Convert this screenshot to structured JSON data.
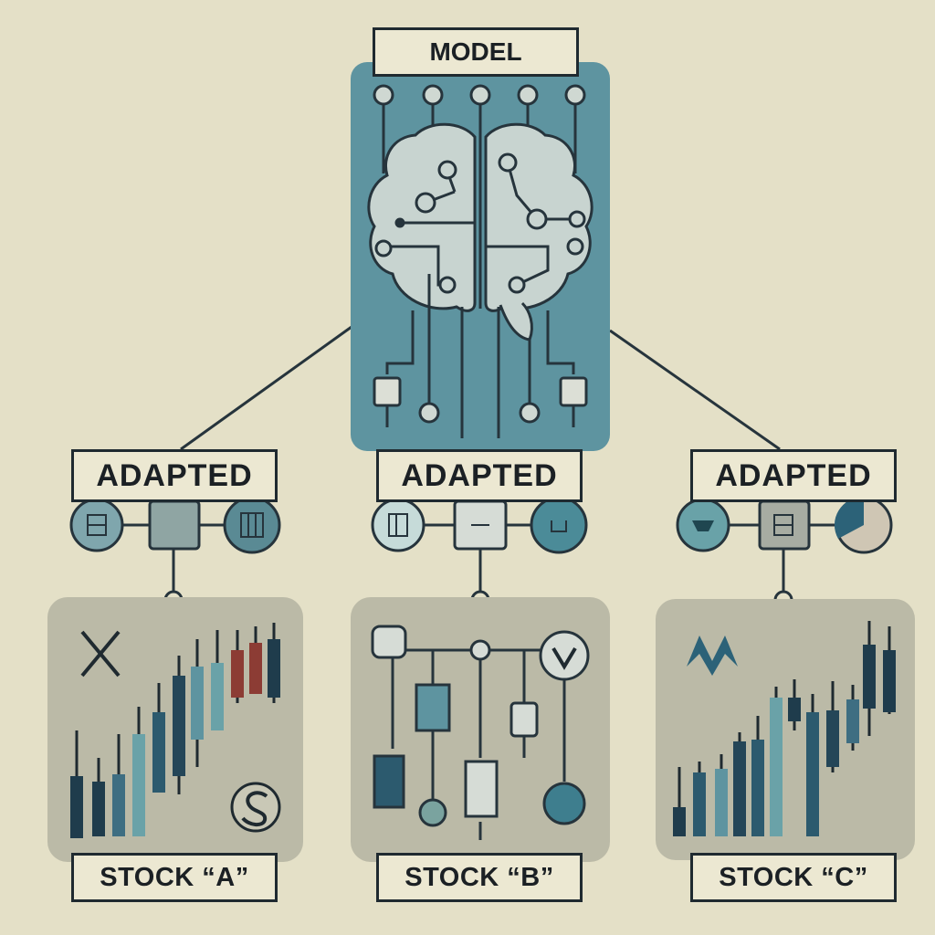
{
  "model": {
    "title": "MODEL"
  },
  "adapters": [
    {
      "label": "ADAPTED",
      "stock_label": "STOCK “A”"
    },
    {
      "label": "ADAPTED",
      "stock_label": "STOCK “B”"
    },
    {
      "label": "ADAPTED",
      "stock_label": "STOCK “C”"
    }
  ],
  "colors": {
    "background": "#e4e0c7",
    "model_panel": "#5e94a0",
    "stock_panel": "#bbbaa7",
    "line": "#26343c",
    "dark_teal": "#2c6278",
    "light_teal": "#69a2a8",
    "red": "#8c3c34"
  },
  "icons": {
    "model": "brain-circuit-icon",
    "stock_a": [
      "x-icon",
      "candlestick-chart-icon",
      "s-icon"
    ],
    "stock_b": [
      "flowchart-icon",
      "v-circle-icon"
    ],
    "stock_c": [
      "m-icon",
      "candlestick-chart-icon"
    ]
  }
}
